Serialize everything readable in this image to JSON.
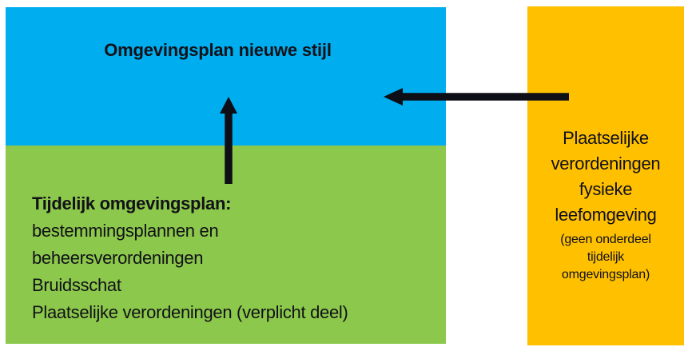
{
  "colors": {
    "blue": "#00AEEF",
    "green": "#8CC84B",
    "orange": "#FFC000",
    "arrow": "#0E0E16",
    "text": "#111118"
  },
  "blue_block": {
    "title": "Omgevingsplan nieuwe stijl"
  },
  "green_block": {
    "heading": "Tijdelijk omgevingsplan:",
    "lines": [
      "bestemmingsplannen en",
      "beheersverordeningen",
      "Bruidsschat",
      "Plaatselijke verordeningen (verplicht deel)"
    ]
  },
  "orange_block": {
    "title_lines": [
      "Plaatselijke",
      "verordeningen",
      "fysieke",
      "leefomgeving"
    ],
    "note_lines": [
      "(geen onderdeel",
      "tijdelijk",
      "omgevingsplan)"
    ]
  },
  "arrows": [
    {
      "id": "arrow-green-to-blue",
      "direction": "up"
    },
    {
      "id": "arrow-orange-to-blue",
      "direction": "left"
    }
  ]
}
